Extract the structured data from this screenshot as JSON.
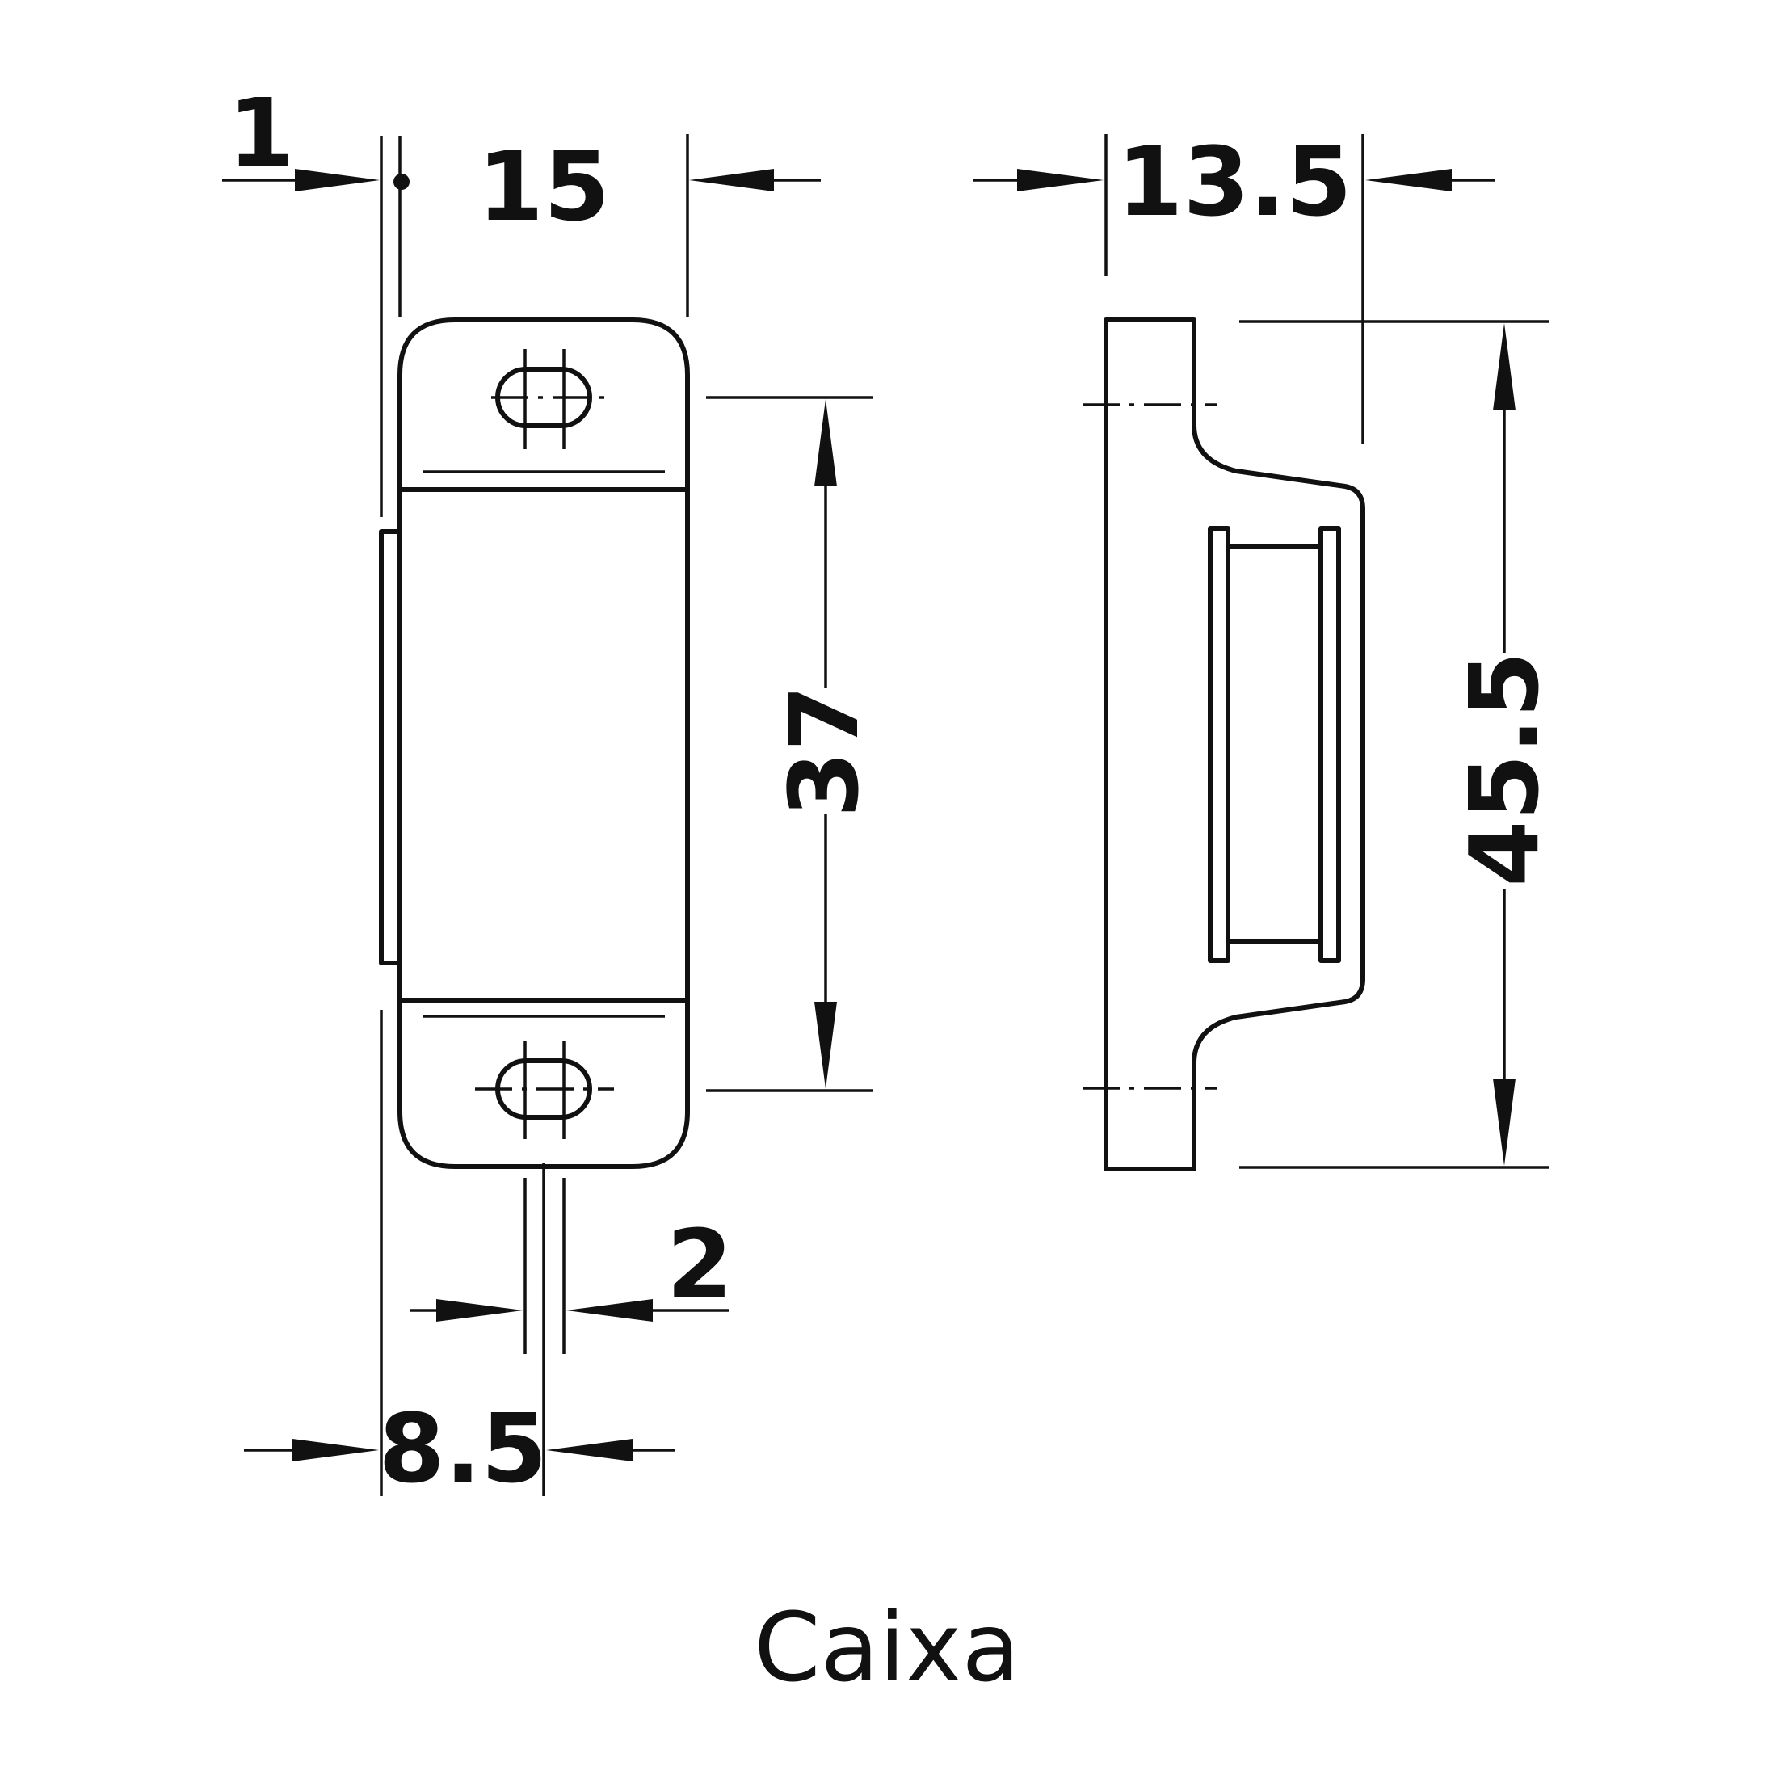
{
  "dimensions": {
    "front_offset": "1",
    "front_width": "15",
    "hole_spacing": "37",
    "slot_width": "2",
    "slot_offset": "8.5",
    "side_depth": "13.5",
    "side_height": "45.5"
  },
  "caption": "Caixa"
}
